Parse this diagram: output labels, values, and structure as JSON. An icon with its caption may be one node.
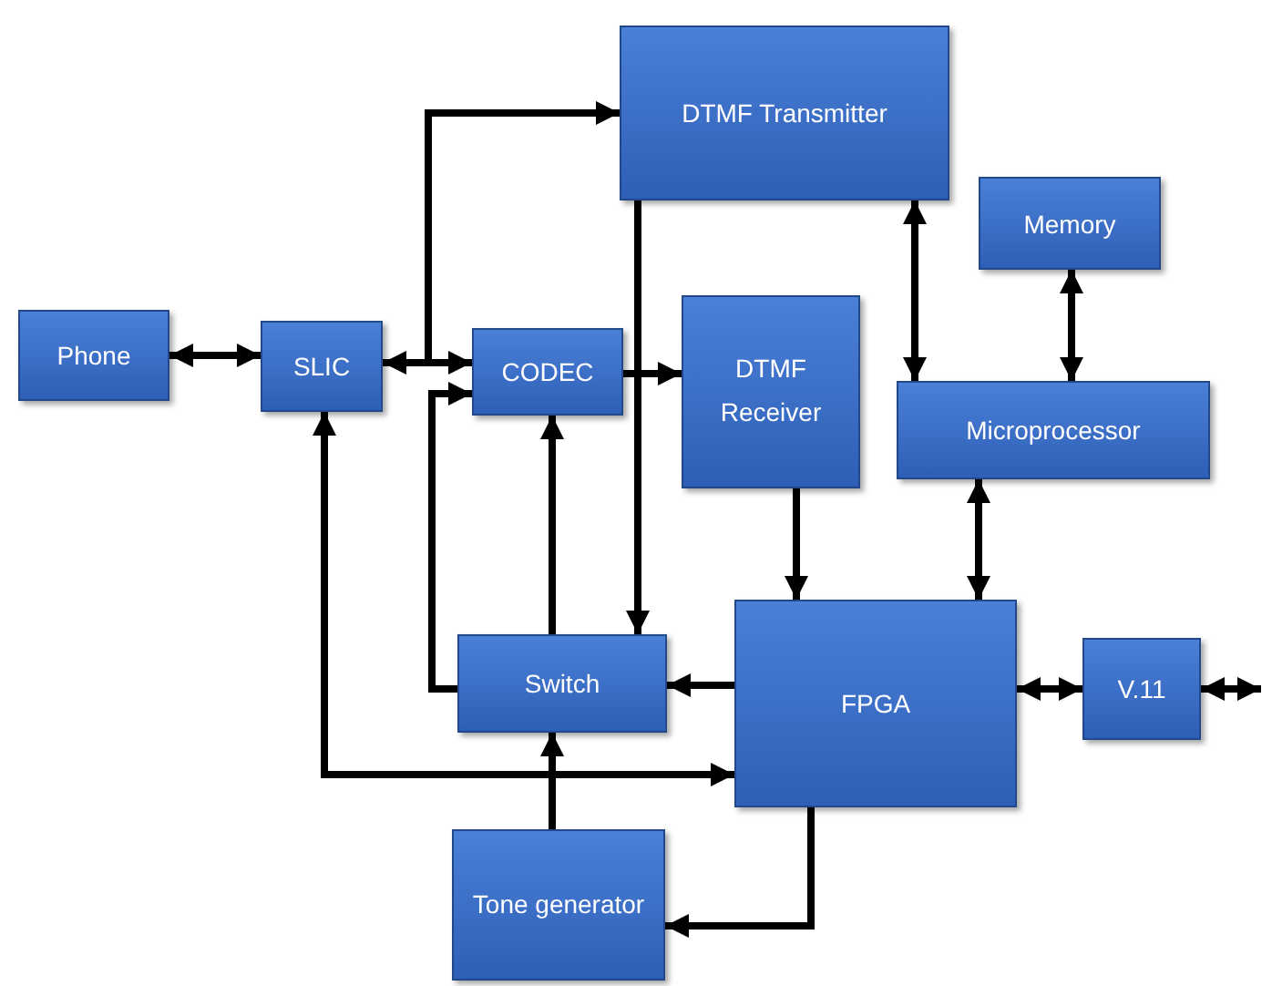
{
  "diagram": {
    "nodes": [
      {
        "text": [
          "Phone"
        ]
      },
      {
        "text": [
          "SLIC"
        ]
      },
      {
        "text": [
          "CODEC"
        ]
      },
      {
        "text": [
          "DTMF Transmitter"
        ]
      },
      {
        "text": [
          "DTMF Receiver"
        ]
      },
      {
        "text": [
          "Memory"
        ]
      },
      {
        "text": [
          "Microprocessor"
        ]
      },
      {
        "text": [
          "Switch"
        ]
      },
      {
        "text": [
          "FPGA"
        ]
      },
      {
        "text": [
          "V.11"
        ]
      },
      {
        "text": [
          "Tone generator"
        ]
      }
    ],
    "edges": [
      {
        "from": 0,
        "to": 1,
        "arrow": "both"
      },
      {
        "from": 1,
        "to": 2,
        "arrow": "both"
      },
      {
        "from": null,
        "to": 3,
        "arrow": "to"
      },
      {
        "from": 7,
        "to": 2,
        "arrow": "to"
      },
      {
        "from": 2,
        "to": 4,
        "arrow": "to"
      },
      {
        "from": 3,
        "to": 7,
        "arrow": "to"
      },
      {
        "from": 3,
        "to": 6,
        "arrow": "both"
      },
      {
        "from": 5,
        "to": 6,
        "arrow": "both"
      },
      {
        "from": 4,
        "to": 8,
        "arrow": "to"
      },
      {
        "from": 6,
        "to": 8,
        "arrow": "both"
      },
      {
        "from": 8,
        "to": 7,
        "arrow": "to"
      },
      {
        "from": 8,
        "to": 9,
        "arrow": "both"
      },
      {
        "from": 9,
        "to": null,
        "arrow": "both"
      },
      {
        "from": 7,
        "to": 2,
        "arrow": "to"
      },
      {
        "from": 10,
        "to": 7,
        "arrow": "to"
      },
      {
        "from": 1,
        "to": 8,
        "arrow": "both"
      },
      {
        "from": 8,
        "to": 10,
        "arrow": "to"
      }
    ]
  }
}
